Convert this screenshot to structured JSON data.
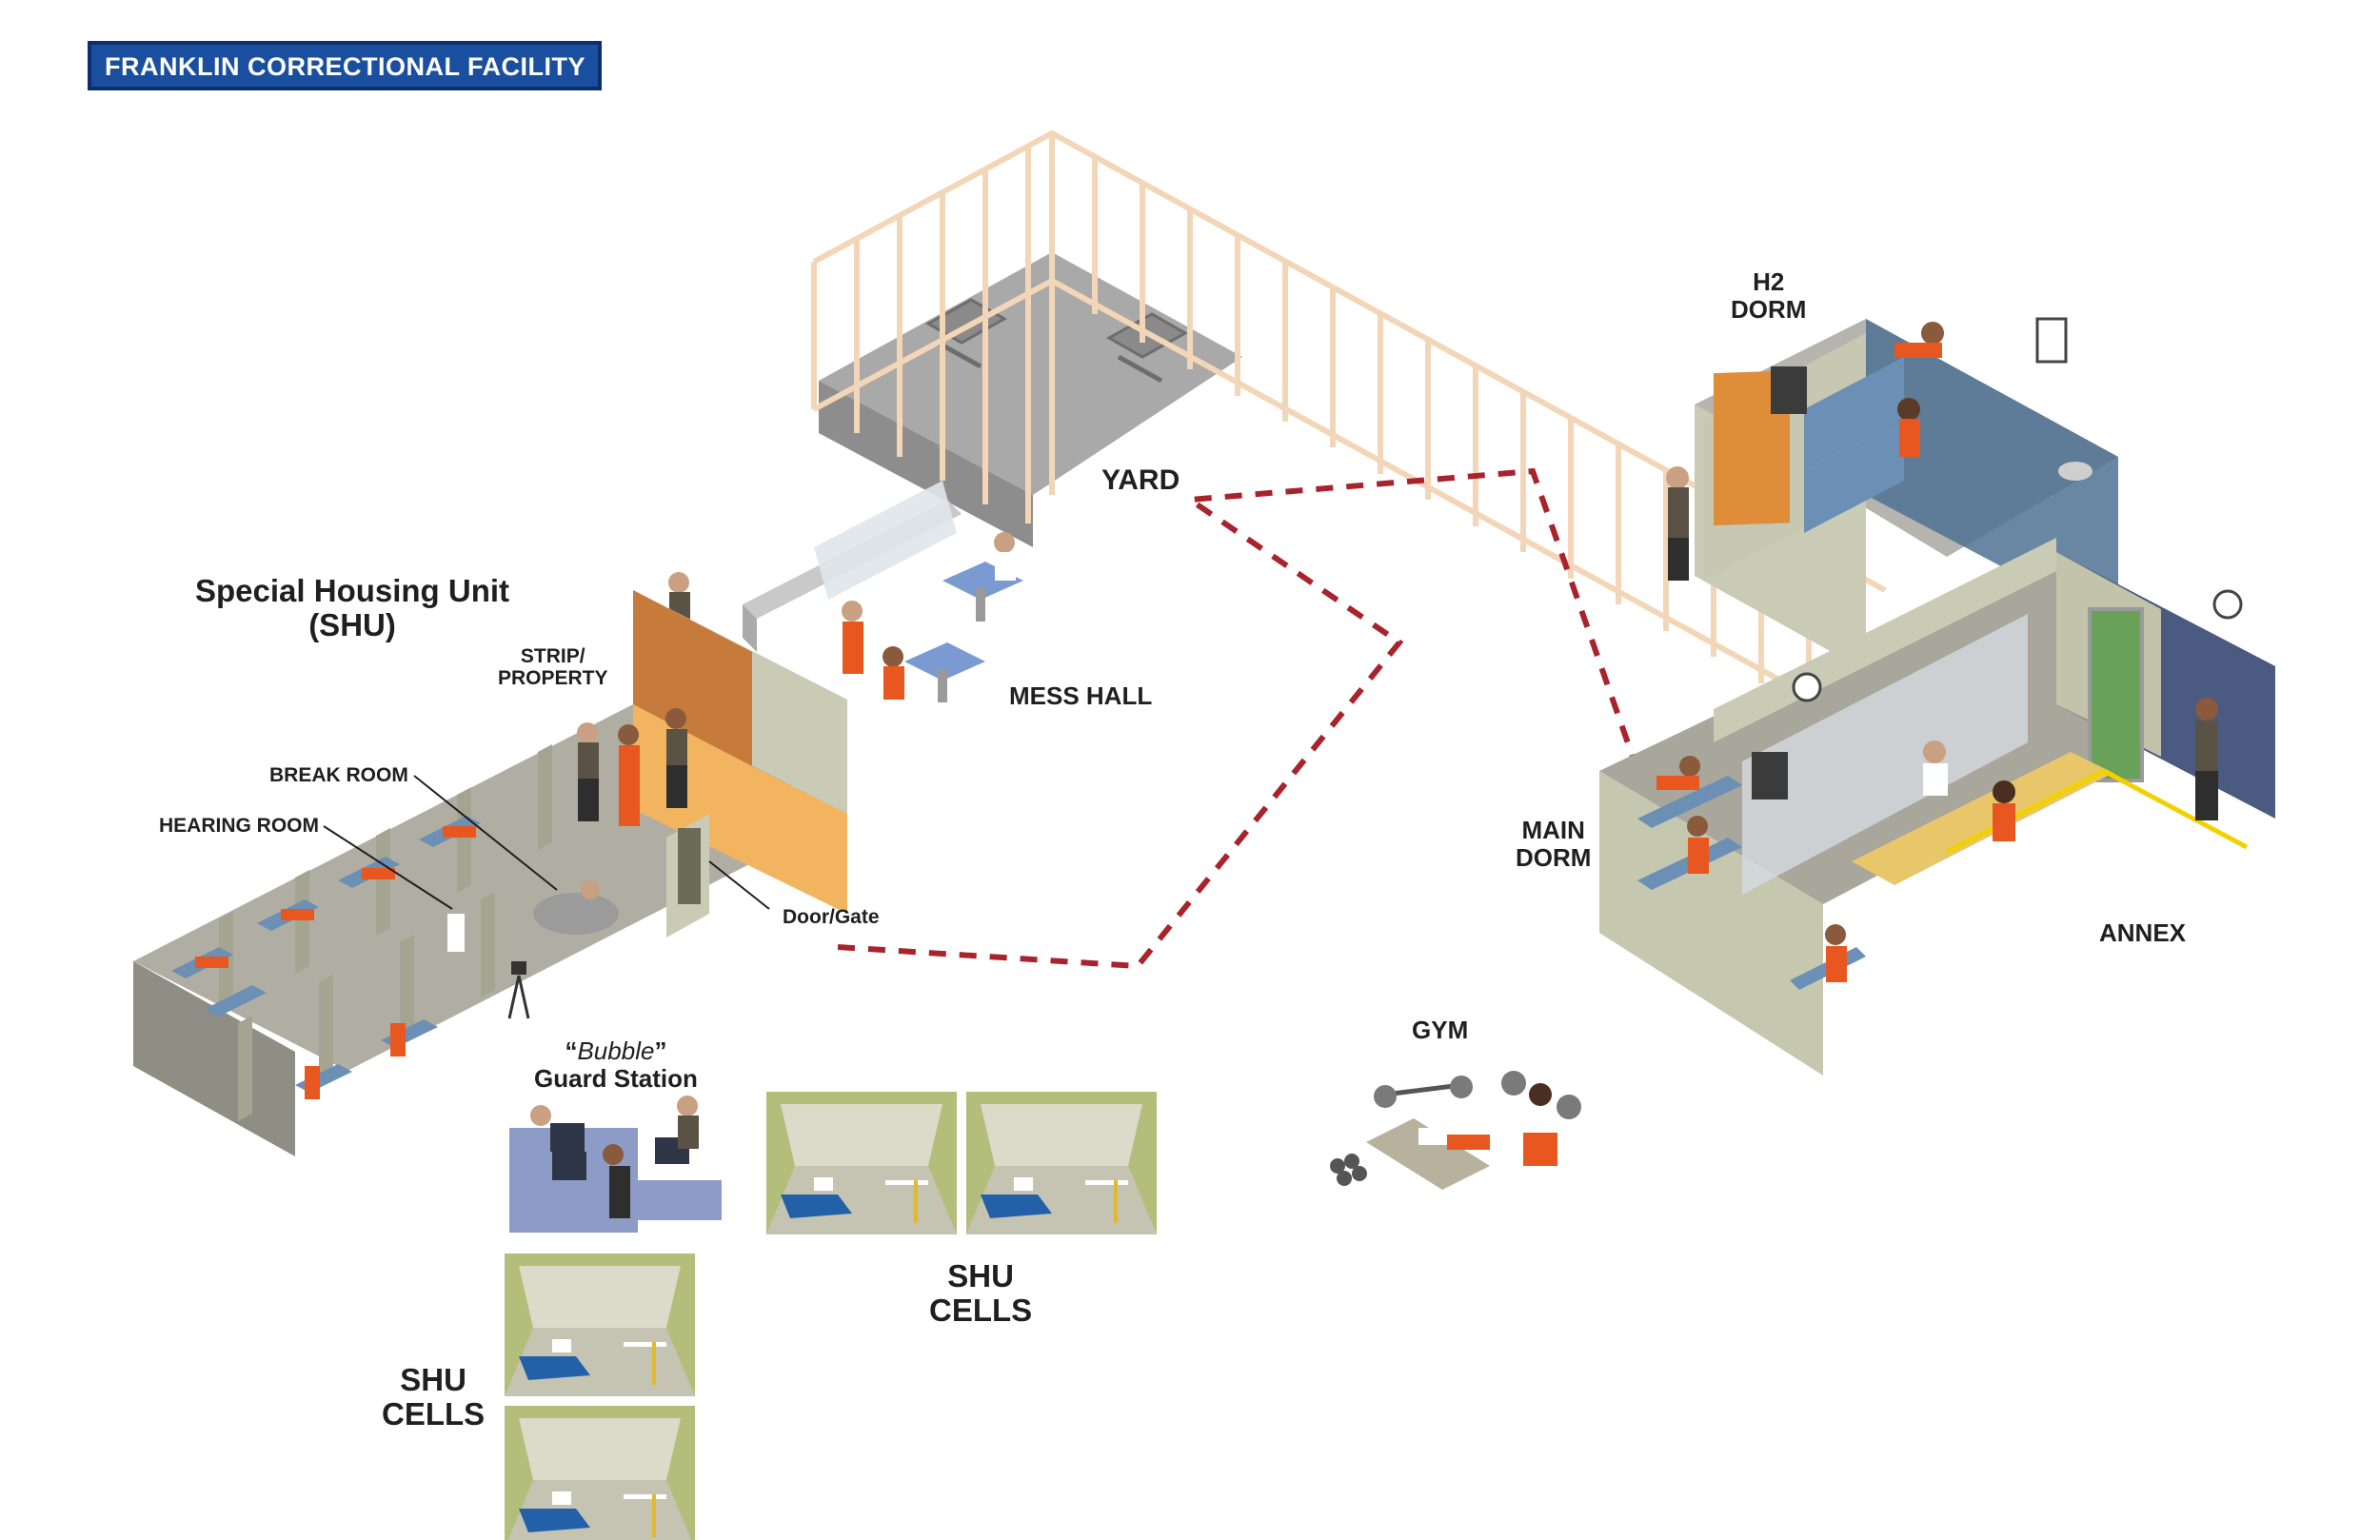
{
  "title": "FRANKLIN CORRECTIONAL FACILITY",
  "labels": {
    "yard": "YARD",
    "h2_dorm_line1": "H2",
    "h2_dorm_line2": "DORM",
    "shu_line1": "Special Housing Unit",
    "shu_line2": "(SHU)",
    "strip_line1": "STRIP/",
    "strip_line2": "PROPERTY",
    "mess_hall": "MESS HALL",
    "break_room": "BREAK ROOM",
    "hearing_room": "HEARING ROOM",
    "door_gate": "Door/Gate",
    "main_dorm_line1": "MAIN",
    "main_dorm_line2": "DORM",
    "annex": "ANNEX",
    "gym": "GYM",
    "bubble_quote_open": "“",
    "bubble_word": "Bubble",
    "bubble_quote_close": "”",
    "guard_station": "Guard Station",
    "shu_cells_right_line1": "SHU",
    "shu_cells_right_line2": "CELLS",
    "shu_cells_left_line1": "SHU",
    "shu_cells_left_line2": "CELLS"
  },
  "colors": {
    "title_bg": "#1a4fa0",
    "route": "#a8232b",
    "inmate": "#e8571f",
    "floor": "#a29e93",
    "wall": "#c9cbb4",
    "fence": "#f3d6b8"
  }
}
